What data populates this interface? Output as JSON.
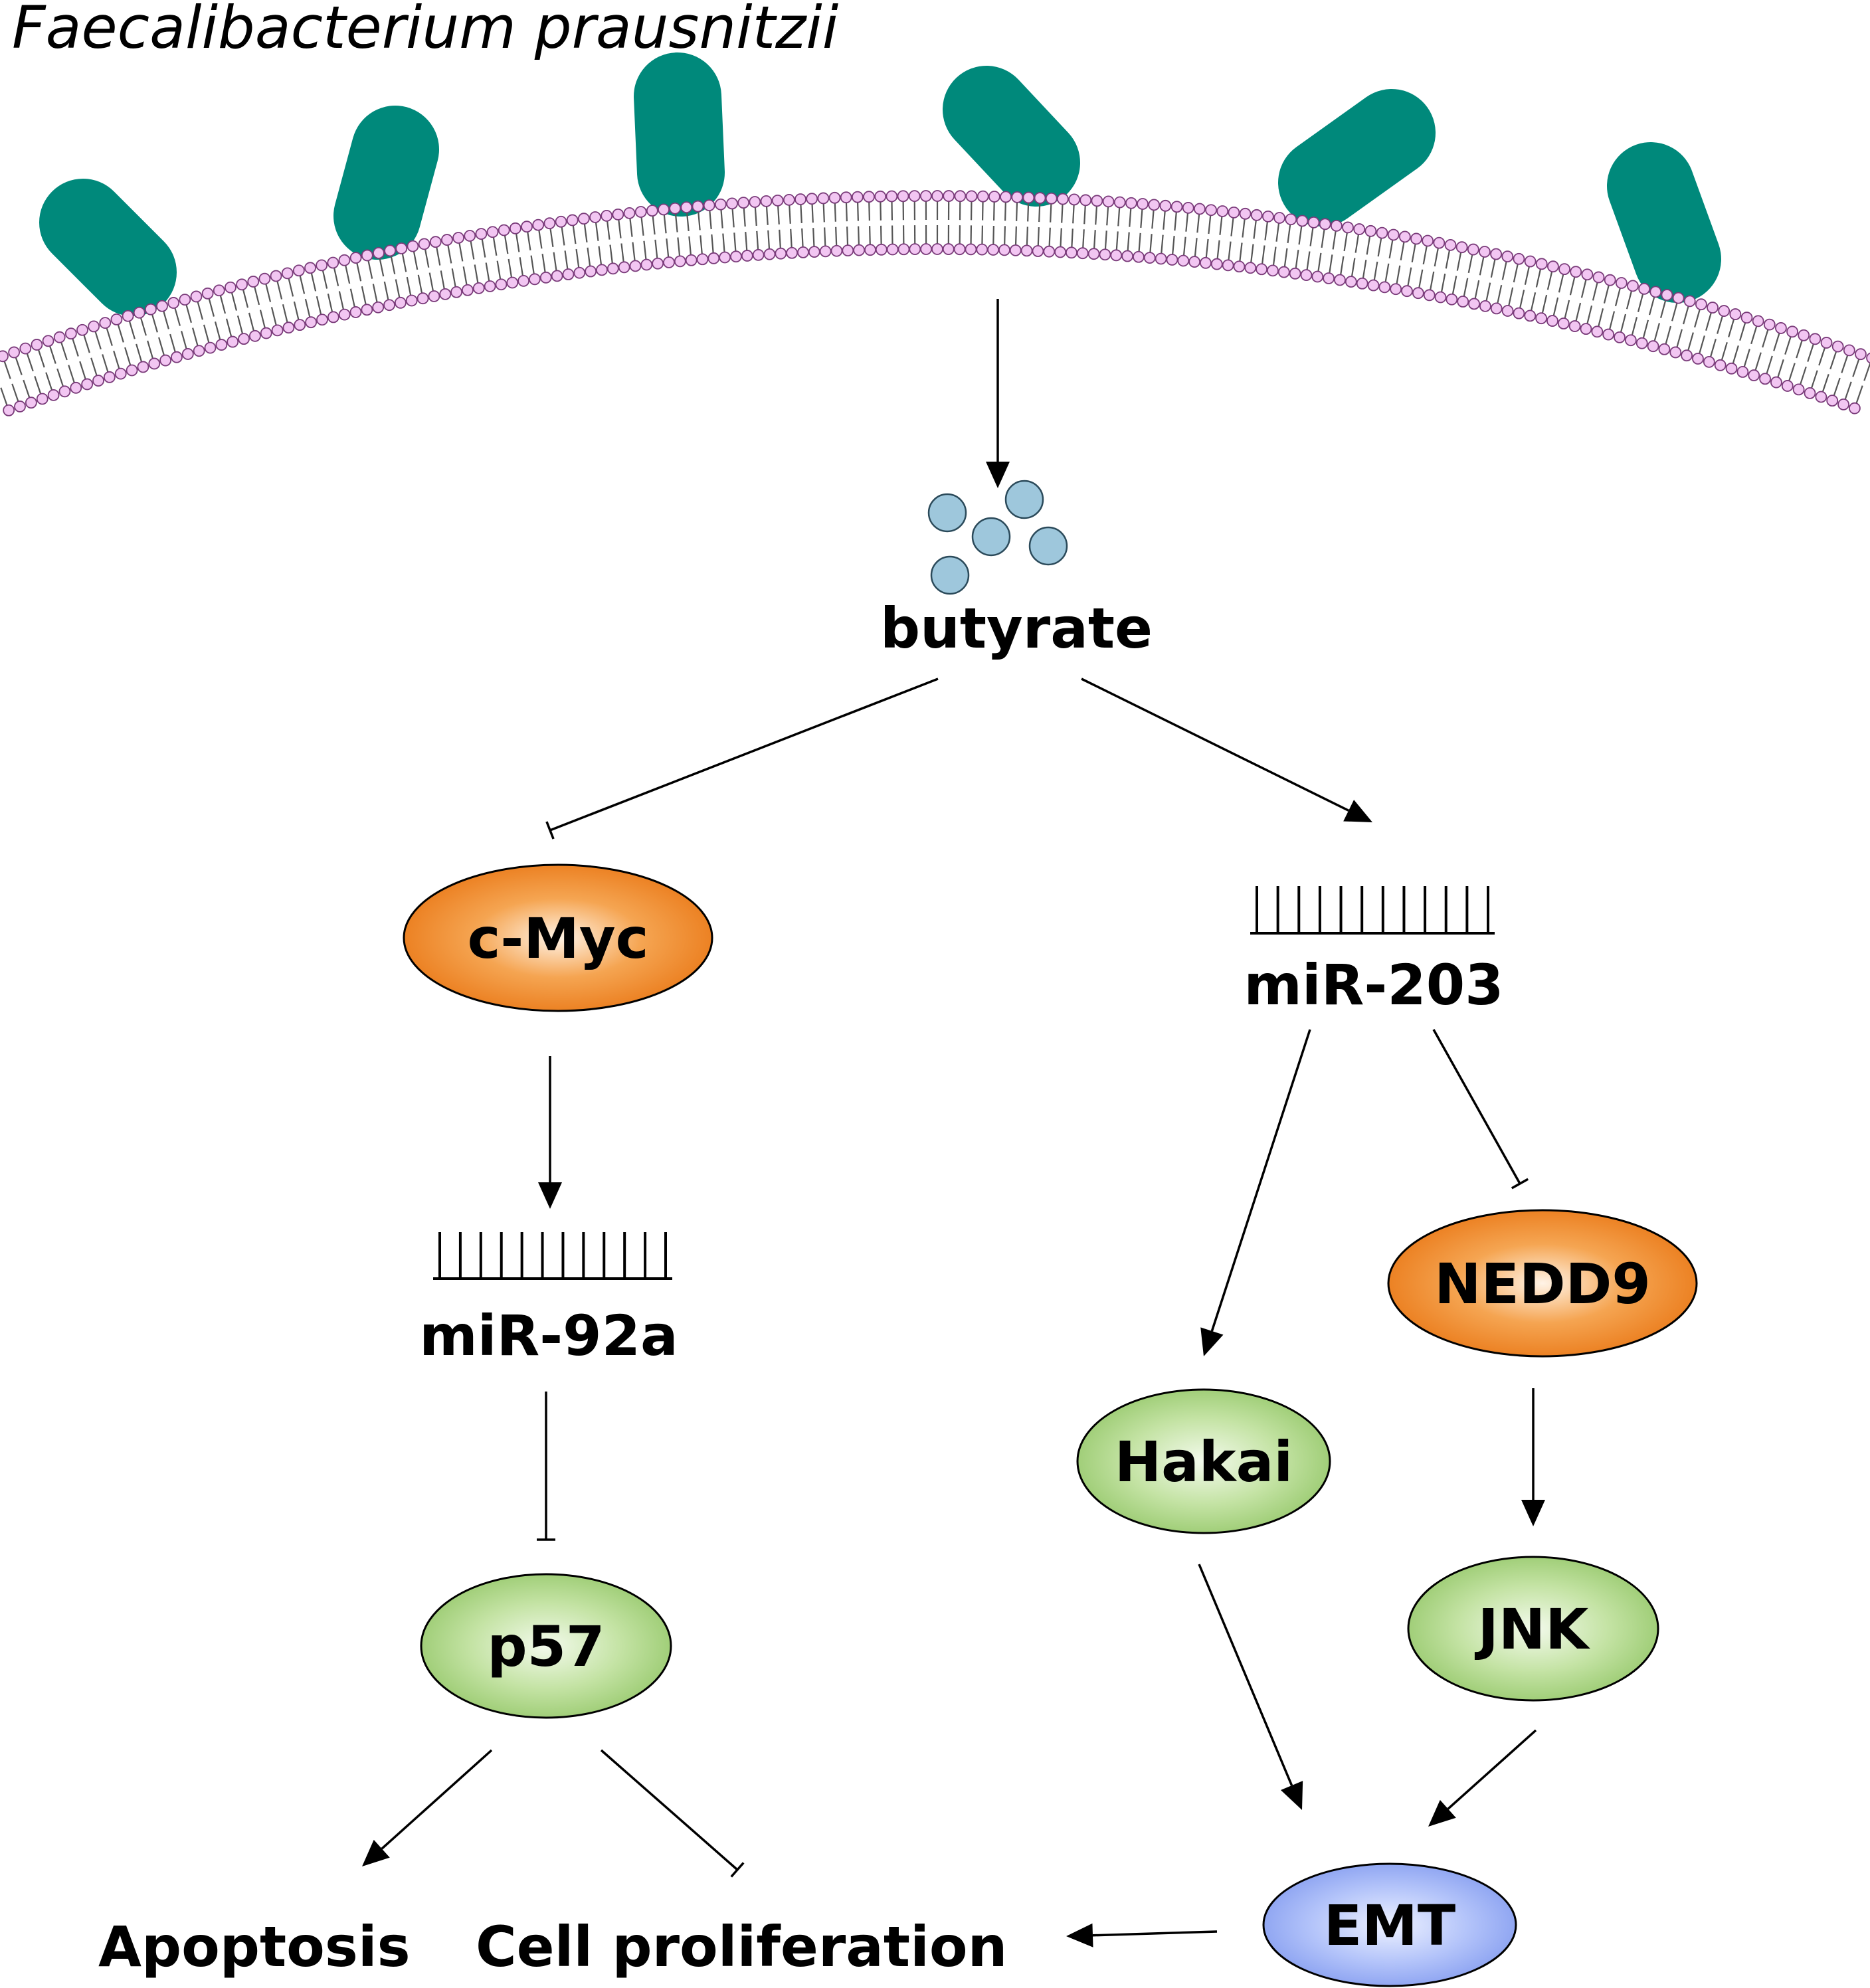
{
  "title": "Faecalibacterium prausnitzii",
  "metabolite": "butyrate",
  "nodes": {
    "cmyc": "c-Myc",
    "mir203": "miR-203",
    "mir92a": "miR-92a",
    "nedd9": "NEDD9",
    "hakai": "Hakai",
    "p57": "p57",
    "jnk": "JNK",
    "emt": "EMT"
  },
  "outcomes": {
    "apoptosis": "Apoptosis",
    "proliferation": "Cell proliferation"
  },
  "colors": {
    "bacterium": "#00897B",
    "membrane_head": "#F2C6F2",
    "butyrate_dot": "#9EC7DC",
    "orange_node": "#F07E1E",
    "green_node": "#A4D07A",
    "blue_node": "#8FA8F2"
  },
  "edges": [
    {
      "from": "membrane",
      "to": "butyrate",
      "type": "activation"
    },
    {
      "from": "butyrate",
      "to": "c-Myc",
      "type": "inhibition"
    },
    {
      "from": "butyrate",
      "to": "miR-203",
      "type": "activation"
    },
    {
      "from": "c-Myc",
      "to": "miR-92a",
      "type": "activation"
    },
    {
      "from": "miR-92a",
      "to": "p57",
      "type": "inhibition"
    },
    {
      "from": "miR-203",
      "to": "Hakai",
      "type": "activation"
    },
    {
      "from": "miR-203",
      "to": "NEDD9",
      "type": "inhibition"
    },
    {
      "from": "NEDD9",
      "to": "JNK",
      "type": "activation"
    },
    {
      "from": "Hakai",
      "to": "EMT",
      "type": "activation"
    },
    {
      "from": "JNK",
      "to": "EMT",
      "type": "activation"
    },
    {
      "from": "p57",
      "to": "Apoptosis",
      "type": "activation"
    },
    {
      "from": "p57",
      "to": "Cell proliferation",
      "type": "inhibition"
    },
    {
      "from": "EMT",
      "to": "Cell proliferation",
      "type": "activation"
    }
  ]
}
